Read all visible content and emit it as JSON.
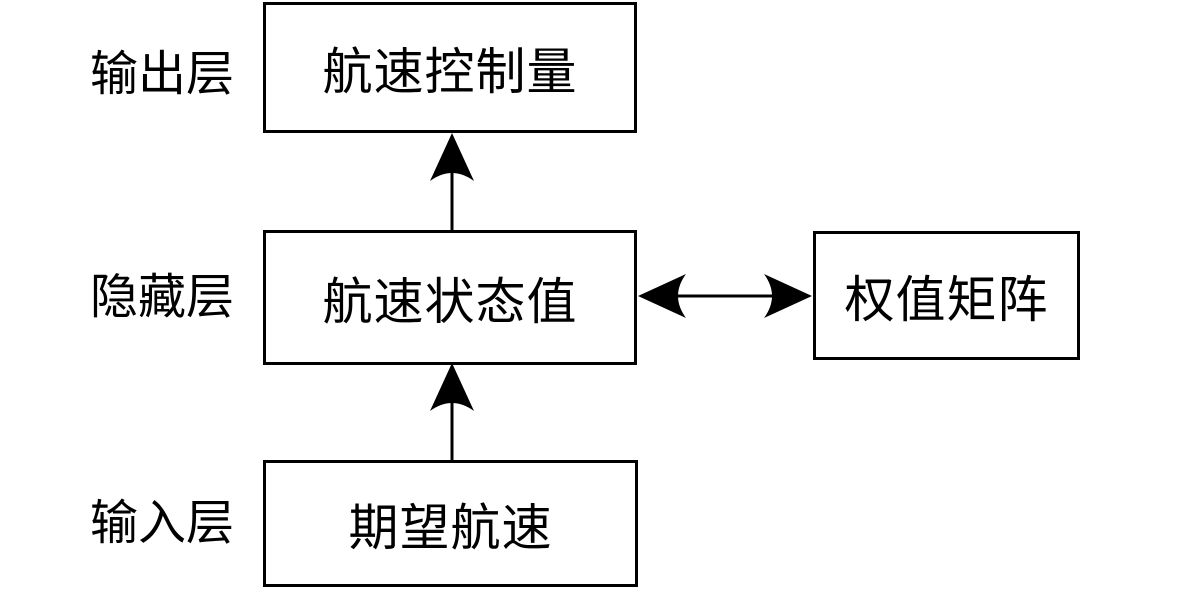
{
  "diagram": {
    "background_color": "#ffffff",
    "line_color": "#000000",
    "layers": [
      {
        "label": "输出层",
        "node_label": "航速控制量"
      },
      {
        "label": "隐藏层",
        "node_label": "航速状态值"
      },
      {
        "label": "输入层",
        "node_label": "期望航速"
      }
    ],
    "weight_node_label": "权值矩阵",
    "edges": [
      {
        "from": "期望航速",
        "to": "航速状态值",
        "direction": "up"
      },
      {
        "from": "航速状态值",
        "to": "航速控制量",
        "direction": "up"
      },
      {
        "from": "航速状态值",
        "to": "权值矩阵",
        "direction": "bidirectional"
      }
    ]
  }
}
